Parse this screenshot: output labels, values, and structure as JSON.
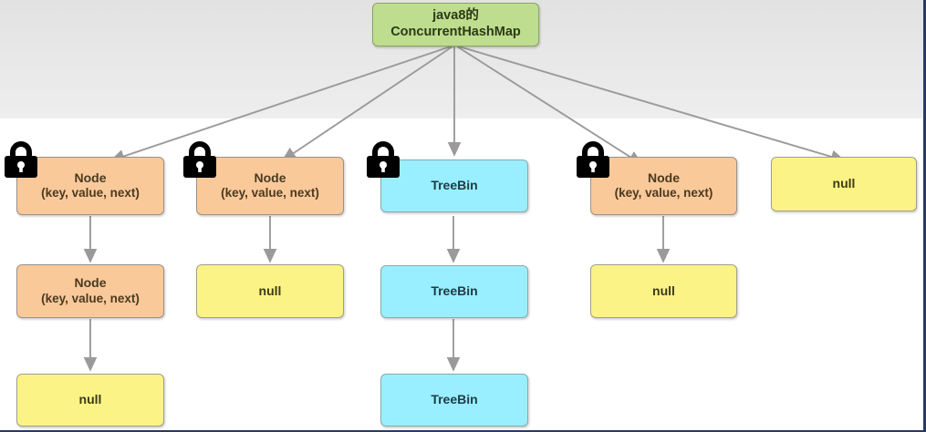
{
  "diagram": {
    "title": "java8的ConcurrentHashMap bucket structure",
    "colors": {
      "root_fill": "#bfdd8e",
      "node_fill": "#fac99a",
      "treebin_fill": "#99eeff",
      "null_fill": "#fbf386",
      "edge": "#9a9a9a",
      "lock": "#000000",
      "page_border": "#2a3a63"
    },
    "root": {
      "line1": "java8的",
      "line2": "ConcurrentHashMap",
      "type": "root"
    },
    "buckets": [
      {
        "index": 0,
        "locked": true,
        "lock_icon": "padlock-icon",
        "chain": [
          {
            "line1": "Node",
            "line2": "(key, value, next)",
            "type": "node"
          },
          {
            "line1": "Node",
            "line2": "(key, value, next)",
            "type": "node"
          },
          {
            "line1": "null",
            "line2": "",
            "type": "null"
          }
        ]
      },
      {
        "index": 1,
        "locked": true,
        "lock_icon": "padlock-icon",
        "chain": [
          {
            "line1": "Node",
            "line2": "(key, value, next)",
            "type": "node"
          },
          {
            "line1": "null",
            "line2": "",
            "type": "null"
          }
        ]
      },
      {
        "index": 2,
        "locked": true,
        "lock_icon": "padlock-icon",
        "chain": [
          {
            "line1": "TreeBin",
            "line2": "",
            "type": "treebin"
          },
          {
            "line1": "TreeBin",
            "line2": "",
            "type": "treebin"
          },
          {
            "line1": "TreeBin",
            "line2": "",
            "type": "treebin"
          }
        ]
      },
      {
        "index": 3,
        "locked": true,
        "lock_icon": "padlock-icon",
        "chain": [
          {
            "line1": "Node",
            "line2": "(key, value, next)",
            "type": "node"
          },
          {
            "line1": "null",
            "line2": "",
            "type": "null"
          }
        ]
      },
      {
        "index": 4,
        "locked": false,
        "lock_icon": "",
        "chain": [
          {
            "line1": "null",
            "line2": "",
            "type": "null"
          }
        ]
      }
    ]
  }
}
